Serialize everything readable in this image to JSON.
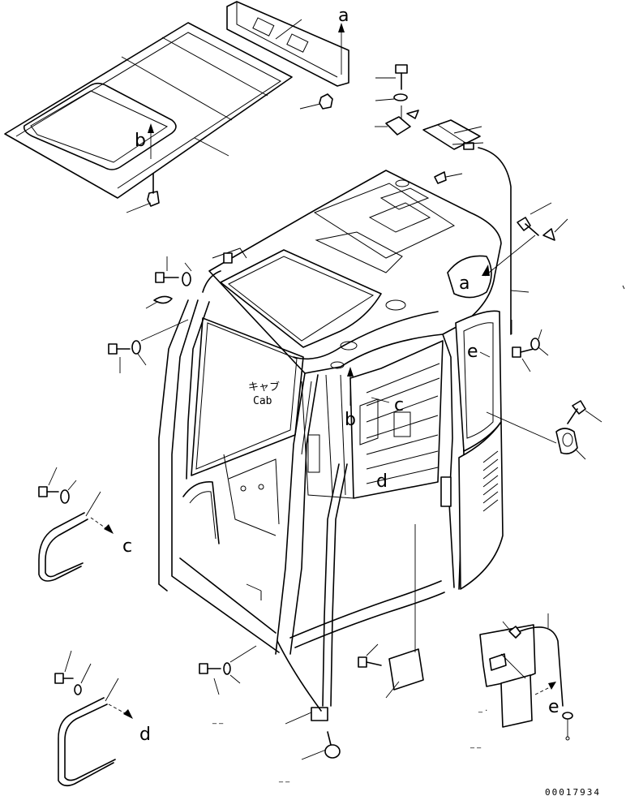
{
  "diagram": {
    "callouts": {
      "a_top": "a",
      "a_cab": "a",
      "b_roof": "b",
      "b_cab": "b",
      "c_cab": "c",
      "c_handrail": "c",
      "d_cab": "d",
      "d_handrail": "d",
      "e_cab": "e",
      "e_bracket": "e"
    },
    "cab_label_jp": "キャブ",
    "cab_label_en": "Cab",
    "drawing_number": "00017934",
    "parts": [
      "roof-panel",
      "roof-cover-plate",
      "cab-frame",
      "bolt",
      "washer",
      "nut",
      "handrail-c",
      "handrail-d",
      "grab-bar",
      "bracket-plate",
      "bracket-e",
      "mirror-bracket",
      "clip",
      "wire-harness"
    ]
  }
}
